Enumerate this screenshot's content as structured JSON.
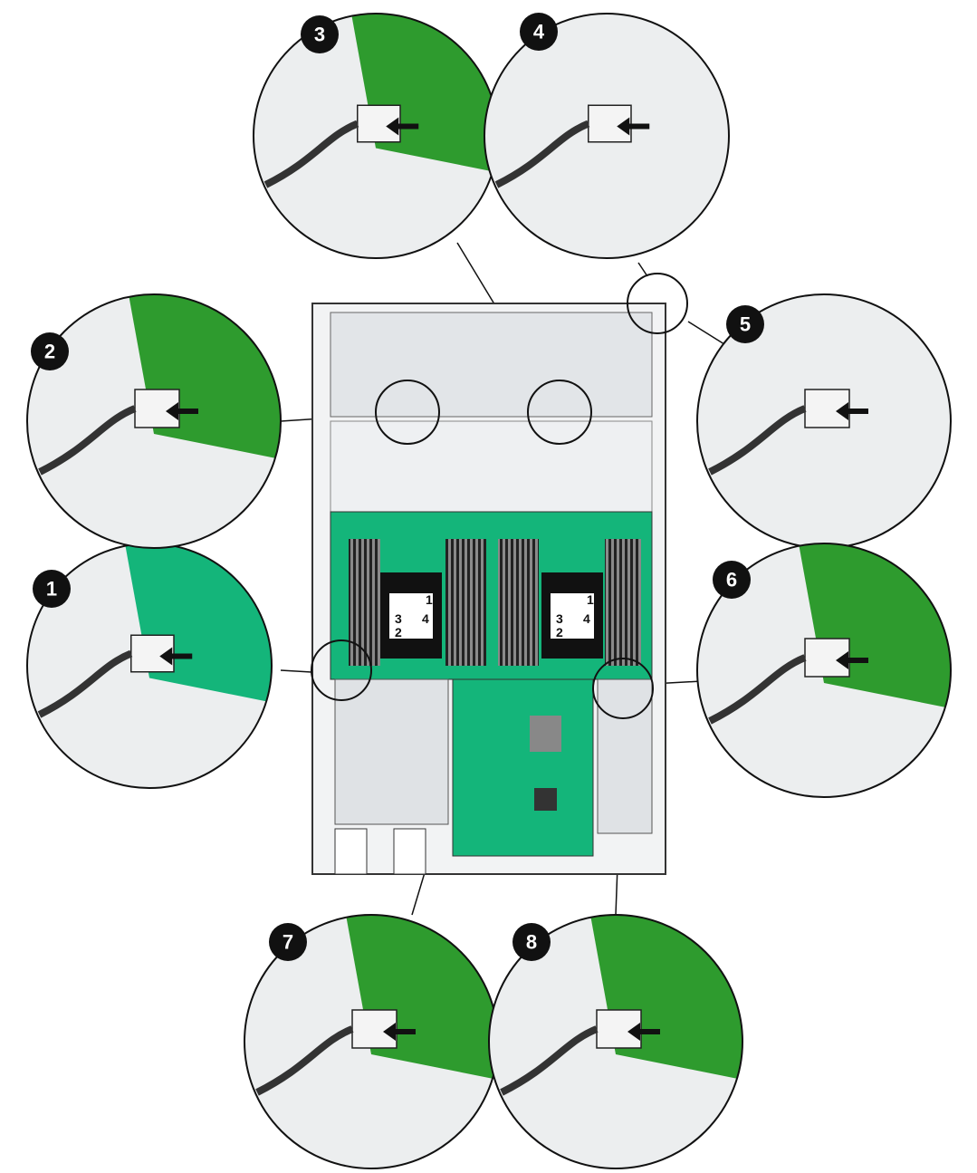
{
  "callouts": [
    {
      "id": "1",
      "label": "1"
    },
    {
      "id": "2",
      "label": "2"
    },
    {
      "id": "3",
      "label": "3"
    },
    {
      "id": "4",
      "label": "4"
    },
    {
      "id": "5",
      "label": "5"
    },
    {
      "id": "6",
      "label": "6"
    },
    {
      "id": "7",
      "label": "7"
    },
    {
      "id": "8",
      "label": "8"
    }
  ],
  "heatsink_labels": [
    "1",
    "2",
    "3",
    "4"
  ],
  "colors": {
    "board": "#14b57a",
    "detail_green": "#2e9b2e",
    "chassis": "#e6e8ea",
    "outline": "#111111"
  }
}
